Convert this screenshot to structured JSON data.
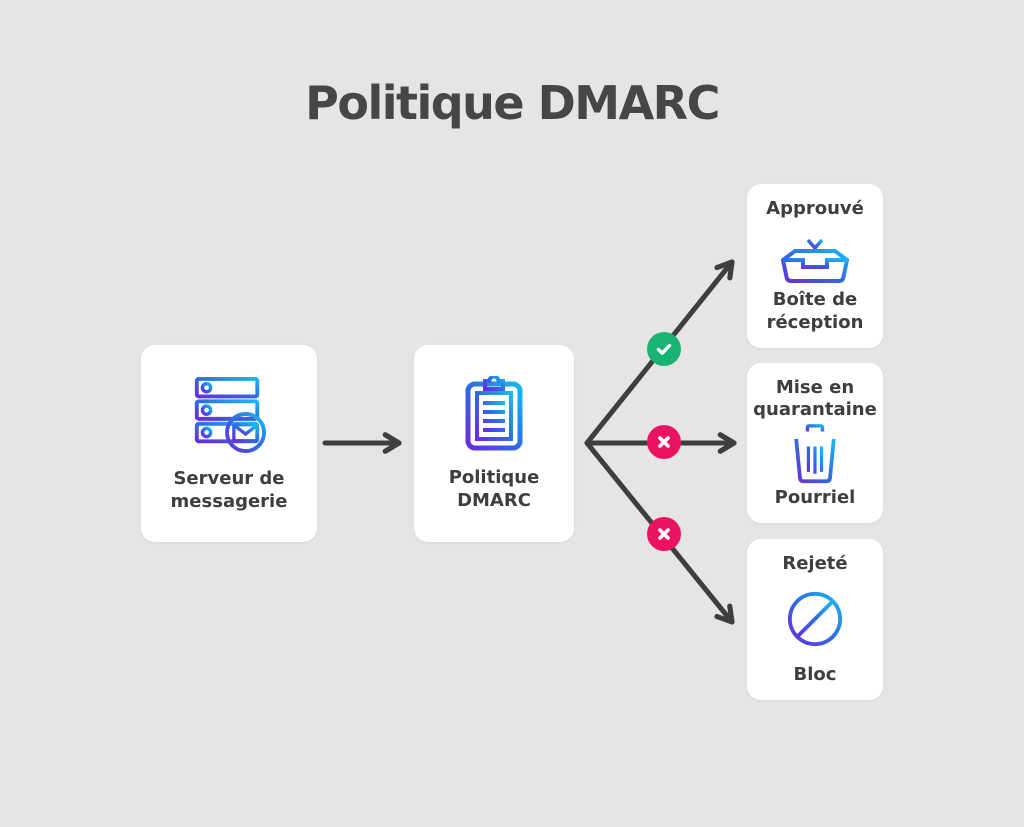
{
  "title": "Politique DMARC",
  "flow": {
    "server": {
      "label_line1": "Serveur de",
      "label_line2": "messagerie",
      "icon": "mail-server-icon"
    },
    "policy": {
      "label_line1": "Politique",
      "label_line2": "DMARC",
      "icon": "clipboard-icon"
    },
    "outcomes": {
      "approved": {
        "status": "Approuvé",
        "destination_line1": "Boîte de",
        "destination_line2": "réception",
        "icon": "inbox-icon",
        "badge": "check"
      },
      "quarantine": {
        "status_line1": "Mise en",
        "status_line2": "quarantaine",
        "destination": "Pourriel",
        "icon": "trash-icon",
        "badge": "cross"
      },
      "rejected": {
        "status": "Rejeté",
        "destination": "Bloc",
        "icon": "block-icon",
        "badge": "cross"
      }
    }
  },
  "colors": {
    "background": "#e6e5e3",
    "card_background": "#ffffff",
    "title_text": "#464646",
    "label_text": "#3e3e3e",
    "arrow": "#3e3e3e",
    "badge_approve": "#19b374",
    "badge_reject": "#eb1260",
    "icon_gradient_purple": "#6a2ddb",
    "icon_gradient_blue": "#2e6ce4",
    "icon_gradient_cyan": "#1ab9f1"
  }
}
